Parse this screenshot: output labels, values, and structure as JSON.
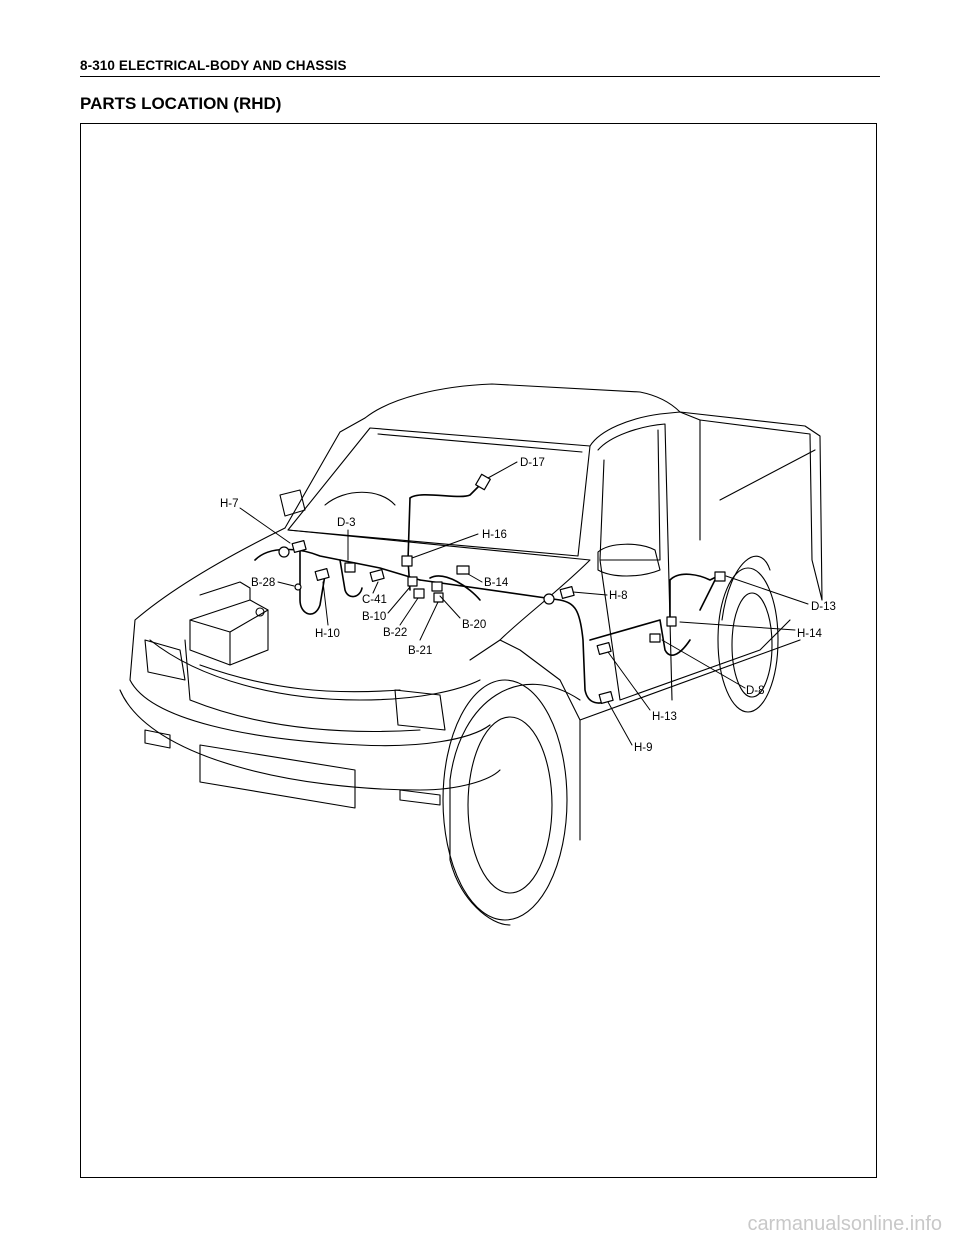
{
  "header": {
    "page_title": "8-310  ELECTRICAL-BODY AND CHASSIS"
  },
  "section": {
    "title": "PARTS LOCATION (RHD)"
  },
  "diagram": {
    "callouts": {
      "h7": "H-7",
      "d3": "D-3",
      "d17": "D-17",
      "h16": "H-16",
      "b14": "B-14",
      "h8": "H-8",
      "d13": "D-13",
      "h14": "H-14",
      "d8": "D-8",
      "h13": "H-13",
      "h9": "H-9",
      "b28": "B-28",
      "h10": "H-10",
      "c41": "C-41",
      "b10": "B-10",
      "b22": "B-22",
      "b21": "B-21",
      "b20": "B-20"
    }
  },
  "footer": {
    "watermark": "carmanualsonline.info"
  }
}
